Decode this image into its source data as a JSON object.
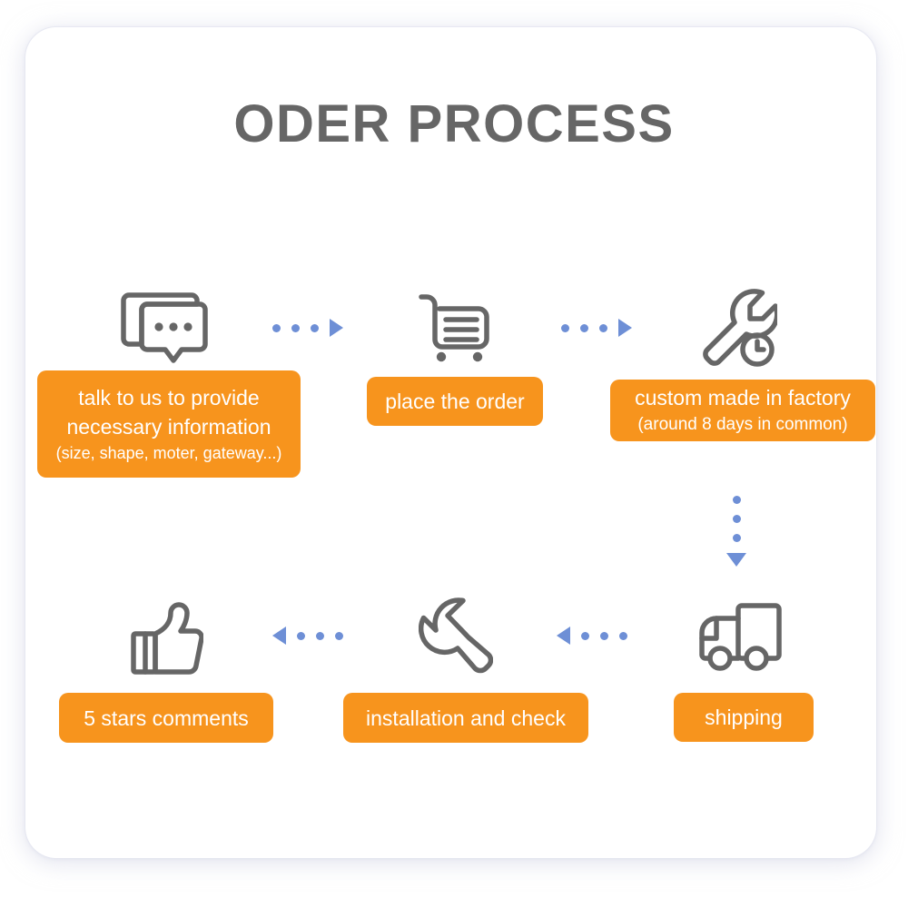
{
  "page": {
    "title": "ODER PROCESS",
    "background_color": "#ffffff",
    "card_color": "#ffffff",
    "accent_color": "#F7941D",
    "arrow_color": "#6E8FD6",
    "icon_color": "#666666",
    "title_color": "#666666"
  },
  "steps": [
    {
      "id": "step-1-talk",
      "icon": "chat-bubbles-icon",
      "label_lines": [
        "talk to us to provide",
        "necessary information",
        "(size, shape, moter, gateway...)"
      ]
    },
    {
      "id": "step-2-order",
      "icon": "shopping-cart-icon",
      "label_lines": [
        "place the order"
      ]
    },
    {
      "id": "step-3-custom",
      "icon": "wrench-clock-icon",
      "label_lines": [
        "custom made in factory",
        "(around 8 days in common)"
      ]
    },
    {
      "id": "step-4-shipping",
      "icon": "delivery-truck-icon",
      "label_lines": [
        "shipping"
      ]
    },
    {
      "id": "step-5-install",
      "icon": "wrench-icon",
      "label_lines": [
        "installation and check"
      ]
    },
    {
      "id": "step-6-comments",
      "icon": "thumbs-up-icon",
      "label_lines": [
        "5 stars comments"
      ]
    }
  ],
  "connectors": [
    {
      "id": "connector-1",
      "direction": "right",
      "dots": 3,
      "from": "step-1-talk",
      "to": "step-2-order"
    },
    {
      "id": "connector-2",
      "direction": "right",
      "dots": 3,
      "from": "step-2-order",
      "to": "step-3-custom"
    },
    {
      "id": "connector-3",
      "direction": "down",
      "dots": 3,
      "from": "step-3-custom",
      "to": "step-4-shipping"
    },
    {
      "id": "connector-4",
      "direction": "left",
      "dots": 3,
      "from": "step-4-shipping",
      "to": "step-5-install"
    },
    {
      "id": "connector-5",
      "direction": "left",
      "dots": 3,
      "from": "step-5-install",
      "to": "step-6-comments"
    }
  ]
}
